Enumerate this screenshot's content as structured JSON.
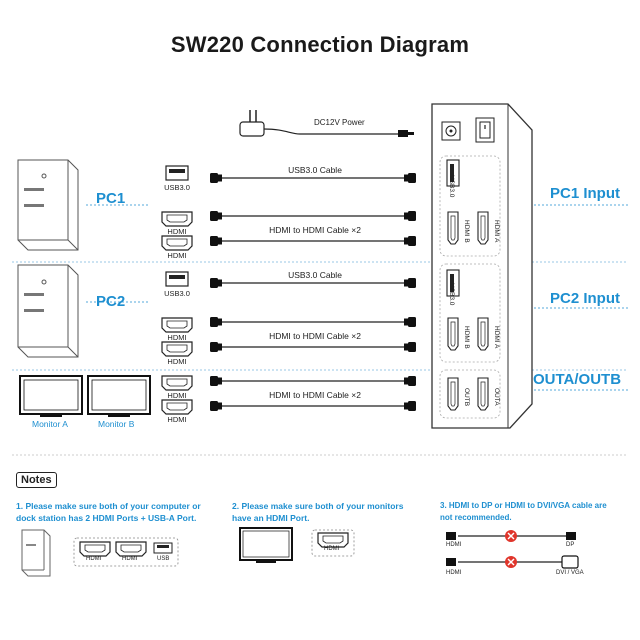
{
  "title": "SW220 Connection Diagram",
  "power": {
    "label": "DC12V Power"
  },
  "sections": {
    "pc1": {
      "label": "PC1",
      "input": "PC1 Input"
    },
    "pc2": {
      "label": "PC2",
      "input": "PC2 Input"
    },
    "out": {
      "input": "OUTA/OUTB",
      "monitor_a": "Monitor A",
      "monitor_b": "Monitor B"
    }
  },
  "cables": {
    "usb": "USB3.0 Cable",
    "hdmi": "HDMI to HDMI Cable ×2"
  },
  "ports": {
    "usb": "USB3.0",
    "hdmi": "HDMI",
    "hdmi_a": "HDMI A",
    "hdmi_b": "HDMI B",
    "out_a": "OUTA",
    "out_b": "OUTB"
  },
  "notes": {
    "heading": "Notes",
    "note1": "1. Please make sure both of your computer or dock station has 2 HDMI Ports + USB-A Port.",
    "note1_line1": "1. Please make sure both of your computer or",
    "note1_line2": "dock station has 2 HDMI Ports + USB-A Port.",
    "note1_ports": [
      "HDMI",
      "HDMI",
      "USB"
    ],
    "note2_line1": "2. Please make sure both of your monitors",
    "note2_line2": "have an HDMI Port.",
    "note2_port": "HDMI",
    "note3_line1": "3. HDMI to DP or HDMI to DVI/VGA cable are",
    "note3_line2": "not recommended.",
    "note3_rows": [
      {
        "left": "HDMI",
        "right": "DP"
      },
      {
        "left": "HDMI",
        "right": "DVI / VGA"
      }
    ]
  },
  "colors": {
    "accent": "#1e8fd0",
    "error": "#e0352b",
    "line": "#222222",
    "divider": "#9ac7e6"
  }
}
